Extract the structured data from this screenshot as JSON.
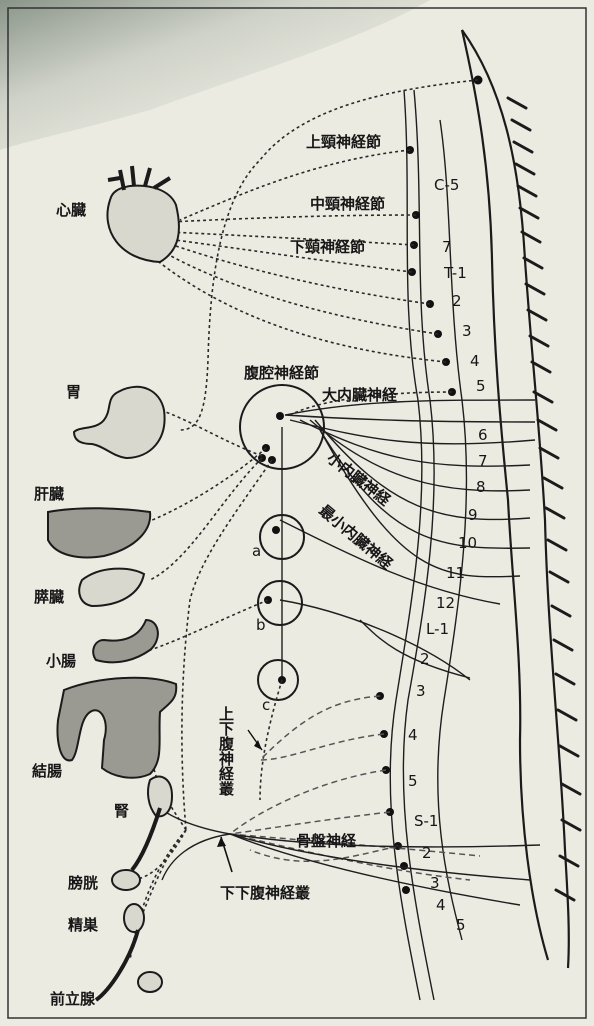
{
  "organs": {
    "heart": "心臓",
    "stomach": "胃",
    "liver": "肝臓",
    "pancreas": "膵臓",
    "small_intestine": "小腸",
    "colon": "結腸",
    "kidney": "腎",
    "bladder": "膀胱",
    "testis": "精巣",
    "prostate": "前立腺"
  },
  "ganglia": {
    "superior_cervical": "上頸神経節",
    "middle_cervical": "中頸神経節",
    "inferior_cervical": "下頸神経節",
    "celiac": "腹腔神経節",
    "greater_splanchnic": "大内臓神経",
    "lesser_splanchnic": "小内臓神経",
    "least_splanchnic": "最小内臓神経",
    "superior_hypogastric": "上下腹神経叢",
    "inferior_hypogastric": "下下腹神経叢",
    "pelvic": "骨盤神経"
  },
  "plexus_letters": {
    "a": "a",
    "b": "b",
    "c": "c"
  },
  "spine_levels": {
    "c5": "C-5",
    "c7": "7",
    "t1": "T-1",
    "t2": "2",
    "t3": "3",
    "t4": "4",
    "t5": "5",
    "t6": "6",
    "t7": "7",
    "t8": "8",
    "t9": "9",
    "t10": "10",
    "t11": "11",
    "t12": "12",
    "l1": "L-1",
    "l2": "2",
    "l3": "3",
    "l4": "4",
    "l5": "5",
    "s1": "S-1",
    "s2": "2",
    "s3": "3",
    "s4": "4",
    "s5": "5"
  }
}
